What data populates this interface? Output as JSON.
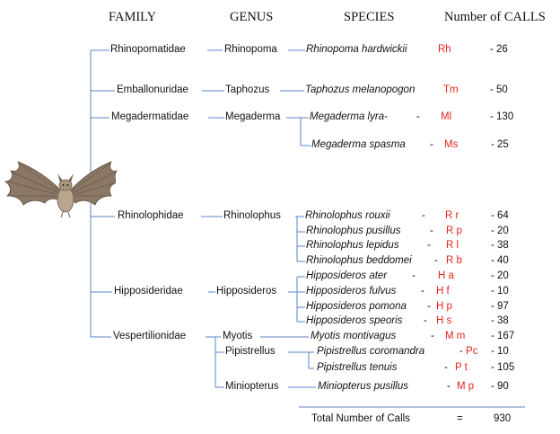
{
  "headers": {
    "family": "FAMILY",
    "genus": "GENUS",
    "species": "SPECIES",
    "calls": "Number of CALLS"
  },
  "families": {
    "rhinopomatidae": "Rhinopomatidae",
    "emballonuridae": "Emballonuridae",
    "megadermatidae": "Megadermatidae",
    "rhinolophidae": "Rhinolophidae",
    "hipposideridae": "Hipposideridae",
    "vespertilionidae": "Vespertilionidae"
  },
  "genera": {
    "rhinopoma": "Rhinopoma",
    "taphozus": "Taphozus",
    "megaderma": "Megaderma",
    "rhinolophus": "Rhinolophus",
    "hipposideros": "Hipposideros",
    "myotis": "Myotis",
    "pipistrellus": "Pipistrellus",
    "miniopterus": "Miniopterus"
  },
  "species": [
    {
      "name": "Rhinopoma hardwickii",
      "code": "Rh",
      "calls": "- 26"
    },
    {
      "name": "Taphozus melanopogon",
      "code": "Tm",
      "calls": "- 50"
    },
    {
      "name": "Megaderma lyra-",
      "code": "Ml",
      "calls": "- 130"
    },
    {
      "name": "Megaderma spasma",
      "code": "Ms",
      "calls": "- 25"
    },
    {
      "name": "Rhinolophus rouxii",
      "code": "R r",
      "calls": "- 64"
    },
    {
      "name": "Rhinolophus pusillus",
      "code": "R p",
      "calls": "- 20"
    },
    {
      "name": "Rhinolophus lepidus",
      "code": "R l",
      "calls": "- 38"
    },
    {
      "name": "Rhinolophus beddomei",
      "code": "R b",
      "calls": "- 40"
    },
    {
      "name": "Hipposideros ater",
      "code": "H a",
      "calls": "- 20"
    },
    {
      "name": "Hipposideros fulvus",
      "code": "H f",
      "calls": "- 10"
    },
    {
      "name": "Hipposideros pomona",
      "code": "H p",
      "calls": "- 97"
    },
    {
      "name": "Hipposideros speoris",
      "code": "H s",
      "calls": "- 38"
    },
    {
      "name": "Myotis montivagus",
      "code": "M m",
      "calls": "- 167"
    },
    {
      "name": "Pipistrellus coromandra",
      "code": "Pc",
      "calls": "- 10"
    },
    {
      "name": "Pipistrellus tenuis",
      "code": "P t",
      "calls": "- 105"
    },
    {
      "name": "Miniopterus pusillus",
      "code": "M p",
      "calls": "- 90"
    }
  ],
  "total": {
    "label": "Total Number of Calls",
    "equals": "=",
    "value": "930"
  },
  "colors": {
    "line": "#5b84c4",
    "code": "#e8231c"
  },
  "icons": {
    "bat": "bat-photo"
  }
}
